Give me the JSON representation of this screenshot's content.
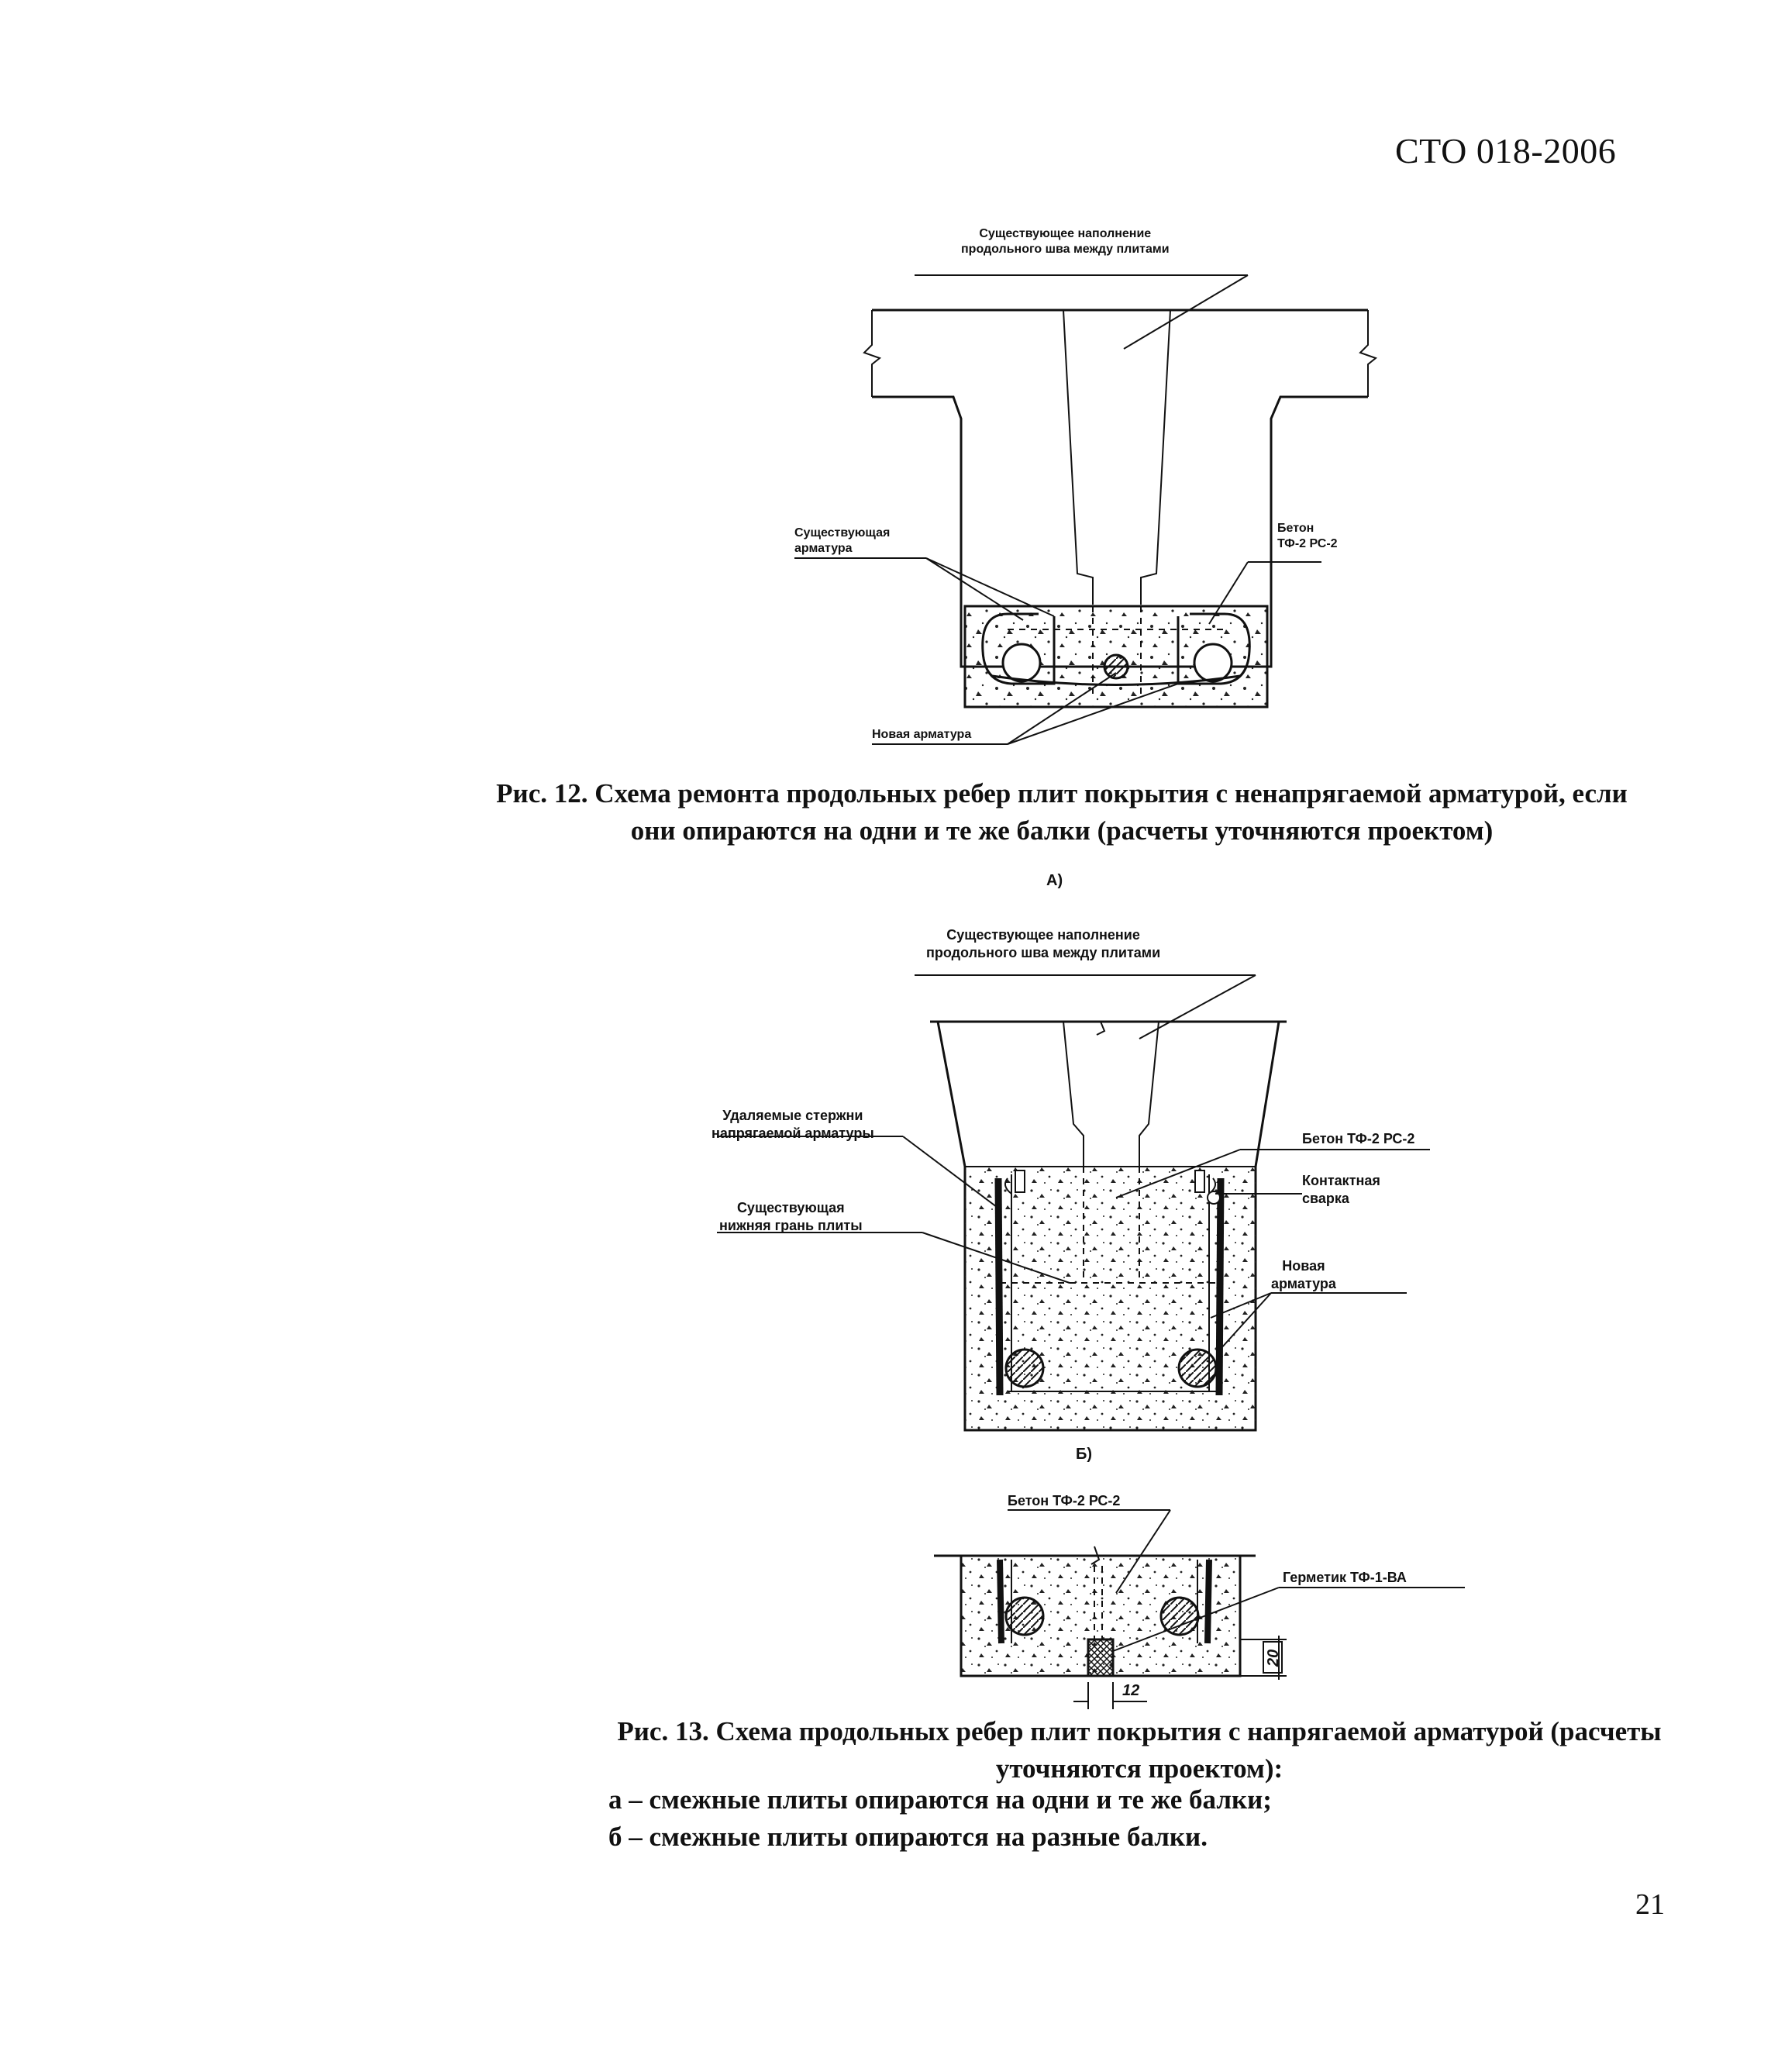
{
  "header": {
    "doc_code": "СТО 018-2006"
  },
  "figure12": {
    "labels": {
      "fill": "Существующее наполнение\nпродольного шва между плитами",
      "existing_rebar": "Существующая\nарматура",
      "concrete": "Бетон\nТФ-2 РС-2",
      "new_rebar": "Новая арматура"
    },
    "caption": "Рис. 12. Схема ремонта продольных ребер плит покрытия с ненапрягаемой арматурой, если они опираются на одни и те же балки (расчеты уточняются проектом)"
  },
  "figure13": {
    "sub_a": "А)",
    "sub_b": "Б)",
    "labels_a": {
      "fill": "Существующее наполнение\nпродольного шва между плитами",
      "removed_rods": "Удаляемые стержни\nнапрягаемой арматуры",
      "existing_face": "Существующая\nнижняя грань плиты",
      "concrete": "Бетон ТФ-2 РС-2",
      "contact_welding": "Контактная\nсварка",
      "new_rebar": "Новая\nарматура"
    },
    "labels_b": {
      "concrete": "Бетон ТФ-2 РС-2",
      "sealant": "Герметик ТФ-1-ВА",
      "dim_20": "20",
      "dim_12": "12"
    },
    "caption": "Рис. 13. Схема продольных ребер плит покрытия с напрягаемой арматурой (расчеты уточняются проектом):",
    "notes": [
      "а – смежные плиты опираются на одни и те же балки;",
      "б – смежные плиты опираются на разные балки."
    ]
  },
  "footer": {
    "page_number": "21"
  }
}
